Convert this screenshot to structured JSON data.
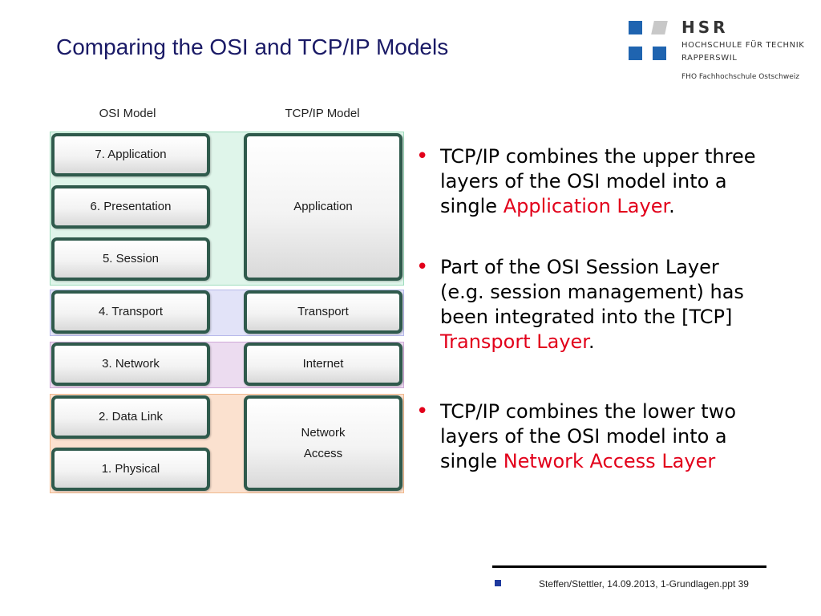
{
  "slide": {
    "title": "Comparing the OSI and TCP/IP Models"
  },
  "logo": {
    "name": "HSR",
    "line1": "HOCHSCHULE FÜR TECHNIK",
    "line2": "RAPPERSWIL",
    "line3": "FHO Fachhochschule Ostschweiz",
    "colors": {
      "blue": "#1f64b0",
      "grey": "#c8c8c8"
    }
  },
  "diagram": {
    "osi_title": "OSI Model",
    "tcp_title": "TCP/IP Model",
    "osi_layers": [
      "7. Application",
      "6. Presentation",
      "5. Session",
      "4. Transport",
      "3. Network",
      "2. Data Link",
      "1. Physical"
    ],
    "tcp_layers": {
      "application": "Application",
      "transport": "Transport",
      "internet": "Internet",
      "network_access_1": "Network",
      "network_access_2": "Access"
    },
    "band_colors": {
      "application": "#dff5ea",
      "transport": "#e2e3f8",
      "network": "#ecdcf0",
      "physical": "#fbe1cf"
    }
  },
  "bullets": [
    {
      "text": "TCP/IP combines the upper three layers of the OSI model into a single ",
      "highlight": "Application Layer",
      "suffix": "."
    },
    {
      "text": "Part of the OSI Session Layer (e.g. session management) has been integrated into the [TCP] ",
      "highlight": "Transport Layer",
      "suffix": "."
    },
    {
      "text": "TCP/IP combines the lower two layers of the OSI model into a single ",
      "highlight": "Network Access Layer",
      "suffix": ""
    }
  ],
  "bullet_marker": "•",
  "footer": {
    "text": "Steffen/Stettler, 14.09.2013, 1-Grundlagen.ppt 39"
  },
  "colors": {
    "title": "#1a1a66",
    "highlight": "#e2001a",
    "layer_border": "#2f5a4c"
  }
}
